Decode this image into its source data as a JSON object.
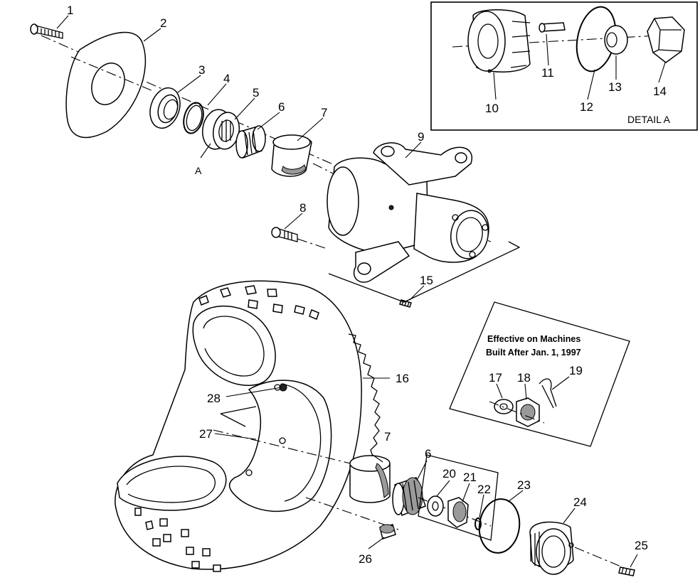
{
  "parts": {
    "p1": "1",
    "p2": "2",
    "p3": "3",
    "p4": "4",
    "p5": "5",
    "p6": "6",
    "p7": "7",
    "p8": "8",
    "p9": "9",
    "p10": "10",
    "p11": "11",
    "p12": "12",
    "p13": "13",
    "p14": "14",
    "p15": "15",
    "p16": "16",
    "p17": "17",
    "p18": "18",
    "p19": "19",
    "p20": "20",
    "p21": "21",
    "p22": "22",
    "p23": "23",
    "p24": "24",
    "p25": "25",
    "p26": "26",
    "p27": "27",
    "p28": "28",
    "p6b": "6",
    "p7b": "7"
  },
  "labels": {
    "detail_ref": "A",
    "detail_title": "DETAIL A",
    "note_line1": "Effective on Machines",
    "note_line2": "Built After Jan. 1, 1997"
  }
}
